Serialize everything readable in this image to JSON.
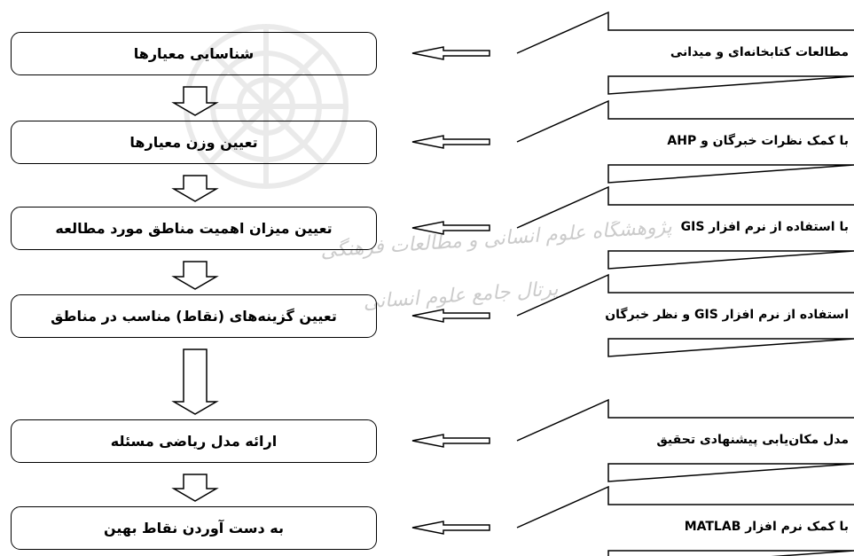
{
  "watermark": {
    "line1": "پژوهشگاه علوم انسانی و مطالعات فرهنگی",
    "line2": "پرتال جامع علوم انسانی"
  },
  "steps": [
    {
      "label": "شناسایی معیارها"
    },
    {
      "label": "تعیین وزن معیارها"
    },
    {
      "label": "تعیین میزان اهمیت مناطق مورد مطالعه"
    },
    {
      "label": "تعیین گزینه‌های (نقاط) مناسب در مناطق"
    },
    {
      "label": "ارائه مدل ریاضی مسئله"
    },
    {
      "label": "به دست آوردن نقاط بهین"
    }
  ],
  "methods": [
    {
      "label": "مطالعات کتابخانه‌ای و میدانی"
    },
    {
      "label": "با کمک نظرات خبرگان و AHP"
    },
    {
      "label": "با استفاده از نرم افزار GIS"
    },
    {
      "label": "استفاده از نرم افزار GIS و نظر خبرگان"
    },
    {
      "label": "مدل مکان‌یابی پیشنهادی تحقیق"
    },
    {
      "label": "با کمک نرم افزار MATLAB"
    }
  ]
}
